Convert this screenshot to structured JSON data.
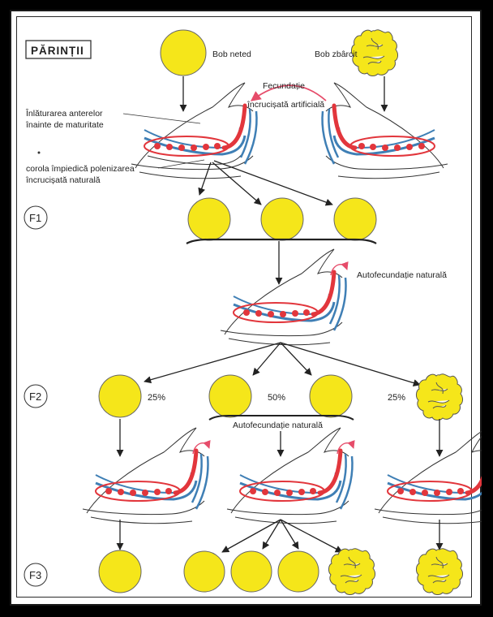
{
  "title": "PĂRINȚII",
  "parents": {
    "smooth_label": "Bob neted",
    "wrinkled_label": "Bob zbârcit",
    "cross_label_1": "Fecundație",
    "cross_label_2": "încrucișată artificială"
  },
  "notes": {
    "anther_1": "Înlăturarea anterelor",
    "anther_2": "înainte de maturitate",
    "corolla_1": "corola împiedică polenizarea",
    "corolla_2": "încrucișată naturală"
  },
  "generations": {
    "f1": "F1",
    "f2": "F2",
    "f3": "F3"
  },
  "self_label": "Autofecundație naturală",
  "ratios": {
    "left": "25%",
    "middle": "50%",
    "right": "25%"
  },
  "colors": {
    "seed": "#f5e61a",
    "seed_stroke": "#555555",
    "line": "#222222",
    "red": "#e2363c",
    "blue": "#3f7fb5",
    "pink": "#e64c6a"
  }
}
